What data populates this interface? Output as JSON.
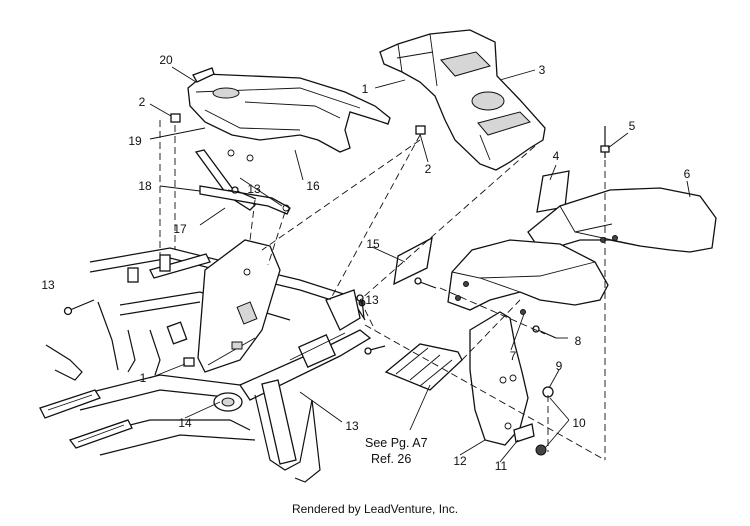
{
  "callouts": [
    {
      "id": "c1a",
      "label": "1"
    },
    {
      "id": "c1b",
      "label": "1"
    },
    {
      "id": "c2a",
      "label": "2"
    },
    {
      "id": "c2b",
      "label": "2"
    },
    {
      "id": "c3",
      "label": "3"
    },
    {
      "id": "c4",
      "label": "4"
    },
    {
      "id": "c5",
      "label": "5"
    },
    {
      "id": "c6",
      "label": "6"
    },
    {
      "id": "c7",
      "label": "7"
    },
    {
      "id": "c8",
      "label": "8"
    },
    {
      "id": "c9",
      "label": "9"
    },
    {
      "id": "c10",
      "label": "10"
    },
    {
      "id": "c11",
      "label": "11"
    },
    {
      "id": "c12",
      "label": "12"
    },
    {
      "id": "c13a",
      "label": "13"
    },
    {
      "id": "c13b",
      "label": "13"
    },
    {
      "id": "c13c",
      "label": "13"
    },
    {
      "id": "c13d",
      "label": "13"
    },
    {
      "id": "c14",
      "label": "14"
    },
    {
      "id": "c15",
      "label": "15"
    },
    {
      "id": "c16",
      "label": "16"
    },
    {
      "id": "c17",
      "label": "17"
    },
    {
      "id": "c18",
      "label": "18"
    },
    {
      "id": "c19",
      "label": "19"
    },
    {
      "id": "c20",
      "label": "20"
    }
  ],
  "reference_note": {
    "line1": "See Pg. A7",
    "line2": "Ref. 26"
  },
  "footer": "Rendered by LeadVenture, Inc."
}
